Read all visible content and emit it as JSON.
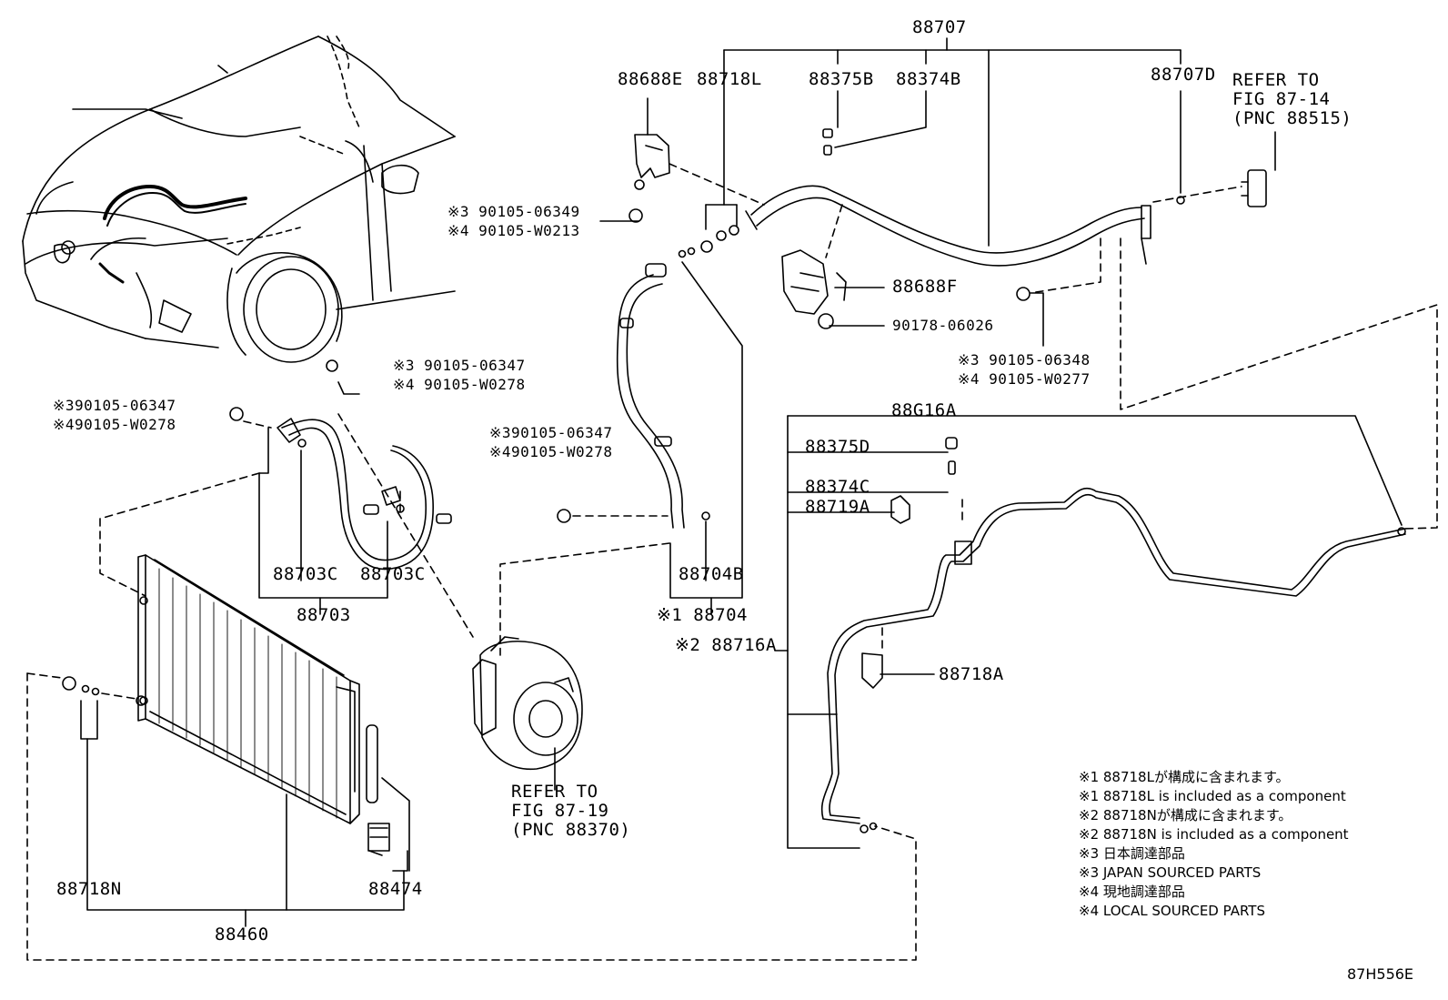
{
  "labels": {
    "p88707": "88707",
    "p88688E": "88688E",
    "p88718L": "88718L",
    "p88375B": "88375B",
    "p88374B": "88374B",
    "p88707D": "88707D",
    "refer_top_1": "REFER TO",
    "refer_top_2": "FIG 87-14",
    "refer_top_3": "(PNC 88515)",
    "bolt_a1": "※3 90105-06349",
    "bolt_a2": "※4 90105-W0213",
    "p88688F": "88688F",
    "nut_90178": "90178-06026",
    "bolt_b1": "※3 90105-06348",
    "bolt_b2": "※4 90105-W0277",
    "bolt_c1": "※3 90105-06347",
    "bolt_c2": "※4 90105-W0278",
    "bolt_d1": "※390105-06347",
    "bolt_d2": "※490105-W0278",
    "bolt_e1": "※390105-06347",
    "bolt_e2": "※490105-W0278",
    "p88G16A": "88G16A",
    "p88375D": "88375D",
    "p88374C": "88374C",
    "p88719A": "88719A",
    "p88703C_1": "88703C",
    "p88703C_2": "88703C",
    "p88703": "88703",
    "p88704B": "88704B",
    "p88704": "※1 88704",
    "p88716A": "※2 88716A",
    "p88718A": "88718A",
    "refer_mid_1": "REFER TO",
    "refer_mid_2": "FIG 87-19",
    "refer_mid_3": "(PNC 88370)",
    "p88718N": "88718N",
    "p88474": "88474",
    "p88460": "88460",
    "figure_code": "87H556E"
  },
  "notes": [
    "※1 88718Lが構成に含まれます。",
    "※1 88718L is included as a component",
    "※2 88718Nが構成に含まれます。",
    "※2 88718N is included as a component",
    "※3 日本調達部品",
    "※3 JAPAN SOURCED PARTS",
    "※4 現地調達部品",
    "※4 LOCAL SOURCED PARTS"
  ]
}
